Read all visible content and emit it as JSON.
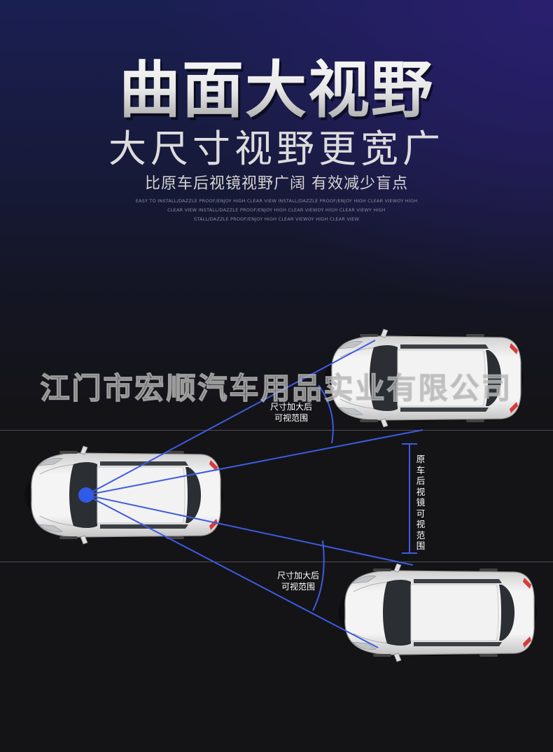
{
  "header": {
    "title": "曲面大视野",
    "subtitle": "大尺寸视野更宽广",
    "description": "比原车后视镜视野广阔 有效减少盲点",
    "english_lines": [
      "EASY TO INSTALL/DAZZLE PROOF/ENJOY HIGH CLEAR VIEW INSTALL/DAZZLE PROOF/ENJOY HIGH CLEAR VIEWOY HIGH",
      "CLEAR VIEW INSTALL/DAZZLE PROOF/ENJOY HIGH CLEAR VIEWOY HIGH CLEAR VIEWY HIGH",
      "STALL/DAZZLE PROOF/ENJOY HIGH CLEAR VIEWOY HIGH CLEAR VIEW"
    ]
  },
  "watermark": "江门市宏顺汽车用品实业有限公司",
  "diagram": {
    "upper_label": [
      "尺寸加大后",
      "可视范围"
    ],
    "lower_label": [
      "尺寸加大后",
      "可视范围"
    ],
    "original_range_label": "原车后视镜可视范围",
    "colors": {
      "sight_line": "#3d5be0",
      "viewpoint": "#2f5be8",
      "bracket": "#3d5be0",
      "car_body": "#e6e6e6",
      "glass": "#2b2f33",
      "tail_light": "#d83a3a"
    }
  }
}
